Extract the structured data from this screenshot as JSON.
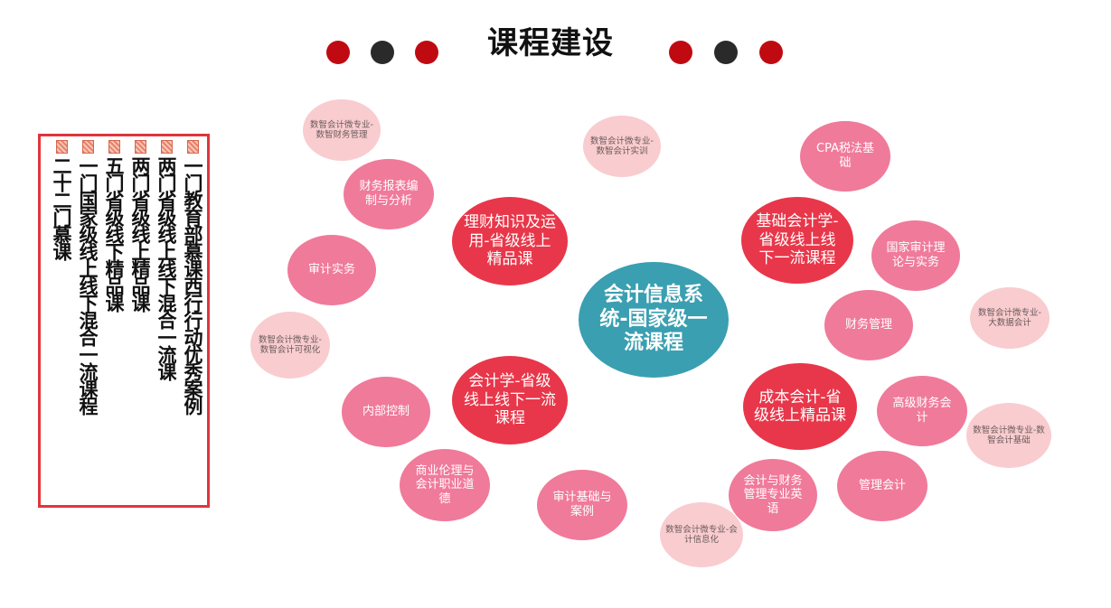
{
  "title": "课程建设",
  "decor": {
    "dot_colors": [
      "#c00a12",
      "#2a2a2a",
      "#c00a12",
      "#c00a12",
      "#2a2a2a",
      "#c00a12"
    ]
  },
  "achievements": [
    "一门教育部慕课西行行动优秀案例",
    "两门省级线上线下混合一流课",
    "两门省级线上精品课",
    "五门省级线下精品课",
    "一门国家级线上线下混合一流课程",
    "二十二门慕课"
  ],
  "center_course": "会计信息系统-国家级一流课程",
  "primary_courses": {
    "licai": "理财知识及运用-省级线上精品课",
    "jichu": "基础会计学-省级线上线下一流课程",
    "kuaijixue": "会计学-省级线上线下一流课程",
    "chengben": "成本会计-省级线上精品课"
  },
  "courses": {
    "baobiao": "财务报表编制与分析",
    "shenji_shiwu": "审计实务",
    "neibu": "内部控制",
    "shangye": "商业伦理与会计职业道德",
    "shenji_jichu": "审计基础与案例",
    "yingyu": "会计与财务管理专业英语",
    "guanli": "管理会计",
    "gaoji": "高级财务会计",
    "caiwu_guanli": "财务管理",
    "guojia_shenji": "国家审计理论与实务",
    "cpa": "CPA税法基础"
  },
  "micro_courses": {
    "cwgl": "数智会计微专业-数智财务管理",
    "sx": "数智会计微专业-数智会计实训",
    "ksh": "数智会计微专业-数智会计可视化",
    "xxh": "数智会计微专业-会计信息化",
    "dsj": "数智会计微专业-大数据会计",
    "jc": "数智会计微专业-数智会计基础"
  }
}
